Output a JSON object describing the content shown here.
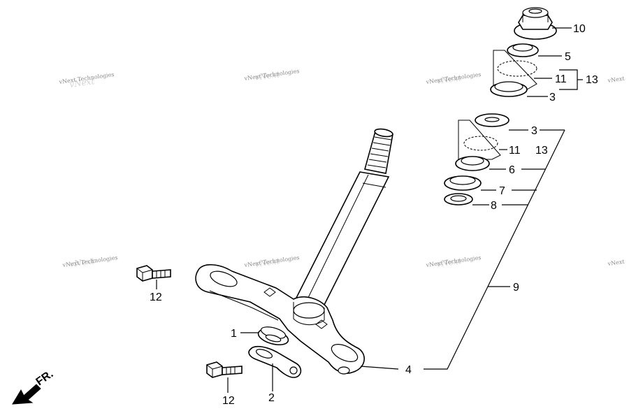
{
  "watermark": {
    "text": "vNext Technologies",
    "overlay": "vNext"
  },
  "callouts": {
    "c1": "1",
    "c2": "2",
    "c3_top": "3",
    "c3_mid": "3",
    "c4": "4",
    "c5": "5",
    "c6": "6",
    "c7": "7",
    "c8": "8",
    "c9": "9",
    "c10": "10",
    "c11_top": "11",
    "c11_mid": "11",
    "c12_left": "12",
    "c12_bottom": "12",
    "c13_top": "13",
    "c13_mid": "13"
  },
  "direction": {
    "label": "FR."
  }
}
